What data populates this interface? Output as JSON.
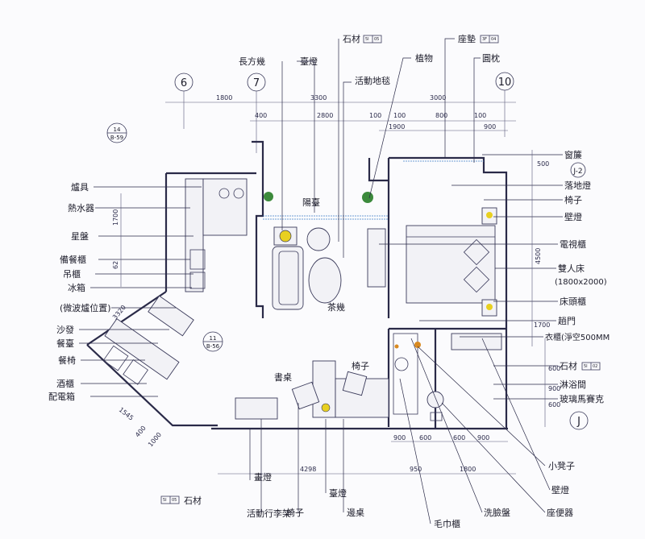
{
  "axes": [
    "6",
    "7",
    "10",
    "J",
    "J-2"
  ],
  "dims": {
    "top": [
      "1800",
      "3300",
      "3000",
      "400",
      "2800",
      "100",
      "1900",
      "800",
      "100",
      "900",
      "100"
    ],
    "bottom_mid": [
      "900",
      "600",
      "600",
      "900"
    ],
    "bottom": [
      "4298",
      "950",
      "1800"
    ],
    "right": [
      "500",
      "4500",
      "1700",
      "600",
      "900",
      "600"
    ],
    "left": [
      "1700",
      "62",
      "3320",
      "1545",
      "1000",
      "400"
    ]
  },
  "section_tags": [
    {
      "top": "14",
      "bottom": "B-59"
    },
    {
      "top": "11",
      "bottom": "B-56"
    }
  ],
  "material_codes": {
    "top_stone": [
      "5I",
      "05"
    ],
    "top_cushion": [
      "3F",
      "04"
    ],
    "right_stone": [
      "5I",
      "02"
    ],
    "bottom_stone": [
      "5I",
      "05"
    ]
  },
  "labels_top": [
    "石材",
    "長方幾",
    "臺燈",
    "植物",
    "座墊",
    "圓枕",
    "活動地毯"
  ],
  "labels_left": [
    "爐具",
    "熱水器",
    "星盤",
    "備餐櫃",
    "吊櫃",
    "冰箱",
    "(微波爐位置)",
    "沙發",
    "餐臺",
    "餐椅",
    "酒櫃",
    "配電箱"
  ],
  "labels_right": [
    "窗簾",
    "落地燈",
    "椅子",
    "壁燈",
    "電視櫃",
    "雙人床",
    "(1800x2000)",
    "床頭櫃",
    "趟門",
    "衣櫃(淨空500MM",
    "石材",
    "淋浴間",
    "玻璃馬賽克"
  ],
  "labels_inside": [
    "陽臺",
    "茶幾",
    "書桌",
    "椅子"
  ],
  "labels_bottom": [
    "石材",
    "畫燈",
    "臺燈",
    "活動行李架",
    "椅子",
    "邊桌",
    "毛巾櫃",
    "洗臉盤",
    "座便器",
    "壁燈",
    "小凳子"
  ],
  "colors": {
    "wall": "#2a2a48",
    "window": "#3f7fc8",
    "lamp": "#e8d020",
    "plant": "#3c8a3c",
    "bath": "#d98a20"
  }
}
